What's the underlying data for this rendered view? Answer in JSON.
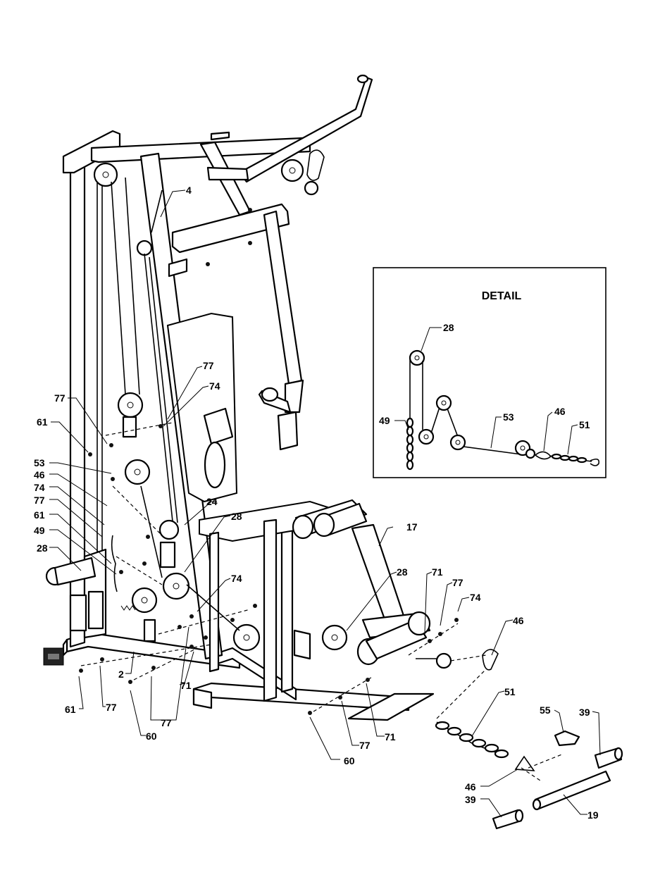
{
  "detail": {
    "title": "DETAIL"
  },
  "callouts": [
    {
      "id": "c4",
      "text": "4"
    },
    {
      "id": "c77a",
      "text": "77"
    },
    {
      "id": "c74a",
      "text": "74"
    },
    {
      "id": "c77b",
      "text": "77"
    },
    {
      "id": "c61a",
      "text": "61"
    },
    {
      "id": "c53",
      "text": "53"
    },
    {
      "id": "c46a",
      "text": "46"
    },
    {
      "id": "c74b",
      "text": "74"
    },
    {
      "id": "c77c",
      "text": "77"
    },
    {
      "id": "c61b",
      "text": "61"
    },
    {
      "id": "c49",
      "text": "49"
    },
    {
      "id": "c28a",
      "text": "28"
    },
    {
      "id": "c24",
      "text": "24"
    },
    {
      "id": "c28b",
      "text": "28"
    },
    {
      "id": "c17",
      "text": "17"
    },
    {
      "id": "c28c",
      "text": "28"
    },
    {
      "id": "c71a",
      "text": "71"
    },
    {
      "id": "c77d",
      "text": "77"
    },
    {
      "id": "c74c",
      "text": "74"
    },
    {
      "id": "c74d",
      "text": "74"
    },
    {
      "id": "c46b",
      "text": "46"
    },
    {
      "id": "c2",
      "text": "2"
    },
    {
      "id": "c71b",
      "text": "71"
    },
    {
      "id": "c61c",
      "text": "61"
    },
    {
      "id": "c77e",
      "text": "77"
    },
    {
      "id": "c77f",
      "text": "77"
    },
    {
      "id": "c60a",
      "text": "60"
    },
    {
      "id": "c51a",
      "text": "51"
    },
    {
      "id": "c55",
      "text": "55"
    },
    {
      "id": "c39a",
      "text": "39"
    },
    {
      "id": "c77g",
      "text": "77"
    },
    {
      "id": "c71c",
      "text": "71"
    },
    {
      "id": "c60b",
      "text": "60"
    },
    {
      "id": "c46c",
      "text": "46"
    },
    {
      "id": "c39b",
      "text": "39"
    },
    {
      "id": "c19",
      "text": "19"
    },
    {
      "id": "d28",
      "text": "28"
    },
    {
      "id": "d49",
      "text": "49"
    },
    {
      "id": "d53",
      "text": "53"
    },
    {
      "id": "d46",
      "text": "46"
    },
    {
      "id": "d51",
      "text": "51"
    }
  ]
}
